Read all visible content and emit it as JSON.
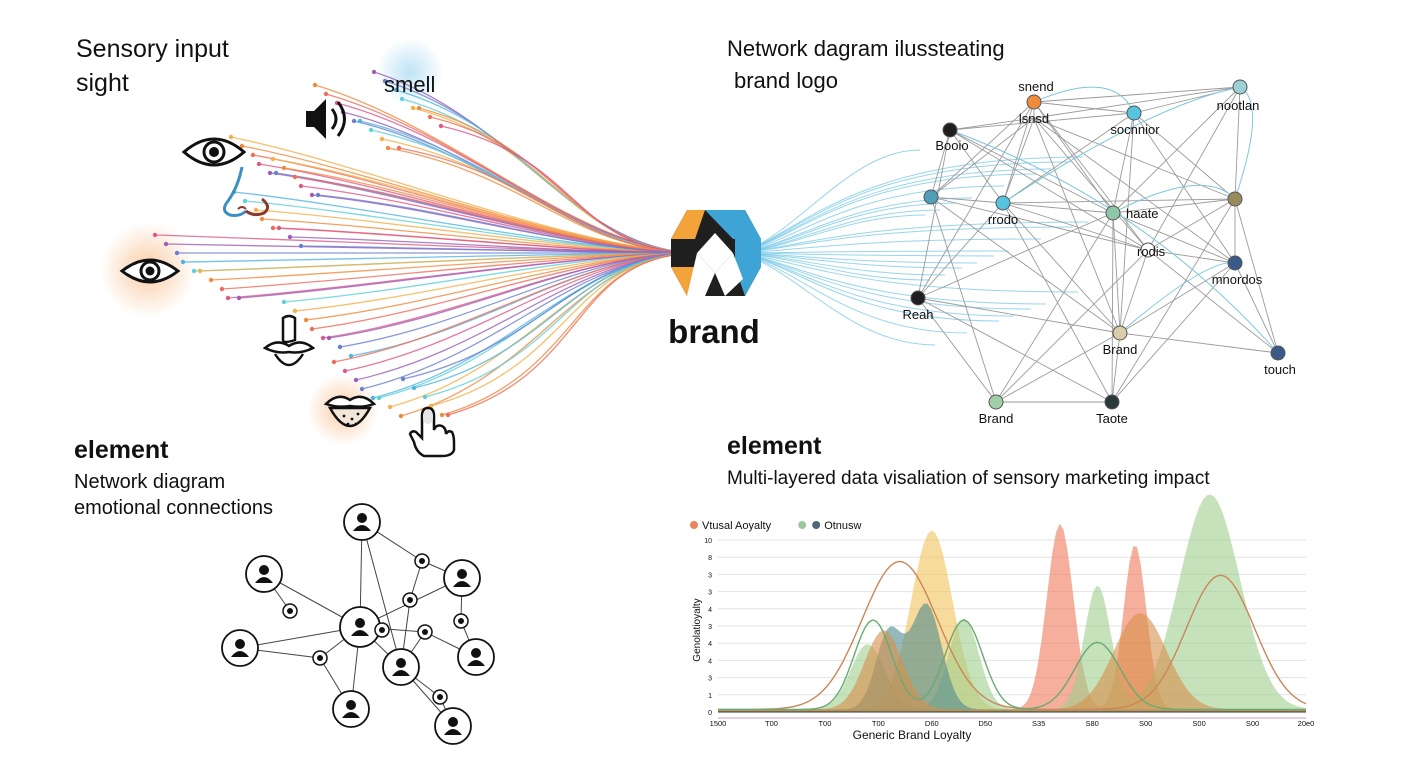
{
  "sensory": {
    "title_line1": "Sensory input",
    "title_line2": "sight",
    "smell_label": "smell",
    "icons": [
      "eye-icon",
      "eye-icon",
      "nose-icon",
      "speaker-icon",
      "tongue-icon",
      "lips-icon",
      "hand-touch-icon"
    ]
  },
  "brand": {
    "label": "brand",
    "logo_colors": [
      "#3ea4d6",
      "#f2a33a",
      "#1f1f1f"
    ]
  },
  "network_top": {
    "title_line1": "Network dagram ilussteating",
    "title_line2": "brand logo",
    "nodes": [
      {
        "label": "snend",
        "color": "#f08a3c"
      },
      {
        "label": "lsnsd",
        "color": "#ffffff"
      },
      {
        "label": "nootlan",
        "color": "#9ccfd6"
      },
      {
        "label": "socnnior",
        "color": "#56c4e0"
      },
      {
        "label": "Booio",
        "color": "#1f1f1f"
      },
      {
        "label": "",
        "color": "#4f9fb8"
      },
      {
        "label": "rrodo",
        "color": "#56c4e0"
      },
      {
        "label": "haate",
        "color": "#8fc8a8"
      },
      {
        "label": "",
        "color": "#9a8a5a"
      },
      {
        "label": "rodis",
        "color": "#ffffff"
      },
      {
        "label": "mnordos",
        "color": "#3a5a8a"
      },
      {
        "label": "Reah",
        "color": "#1f1f1f"
      },
      {
        "label": "Brand",
        "color": "#d8cfa8"
      },
      {
        "label": "touch",
        "color": "#3a5a8a"
      },
      {
        "label": "Brand",
        "color": "#9fd0a8"
      },
      {
        "label": "Taote",
        "color": "#2a3a3a"
      }
    ]
  },
  "network_bottom": {
    "heading": "element",
    "subtitle_line1": "Network diagram",
    "subtitle_line2": "emotional connections"
  },
  "chart_section": {
    "heading": "element",
    "subtitle": "Multi-layered data visaliation of sensory marketing impact"
  },
  "chart_data": {
    "type": "area",
    "title": "",
    "xlabel": "Generic Brand Loyalty",
    "ylabel": "Genolatioyalty",
    "x_tick_labels": [
      "1500",
      "T00",
      "T00",
      "T00",
      "D60",
      "D50",
      "S35",
      "S80",
      "S00",
      "S00",
      "S00",
      "20e0"
    ],
    "y_tick_labels": [
      "0",
      "1",
      "3",
      "4",
      "4",
      "3",
      "4",
      "3",
      "3",
      "8",
      "10"
    ],
    "ylim": [
      0,
      10
    ],
    "legend": {
      "position": "top-left",
      "entries": [
        {
          "name": "Vtusal Aoyalty",
          "color": "#e8855a"
        },
        {
          "name": "",
          "color": "#9cc79a"
        },
        {
          "name": "Otnusw",
          "color": "#4a6a7a"
        }
      ]
    },
    "series": [
      {
        "name": "",
        "color": "#f2c35a",
        "peaks": [
          {
            "x": 4,
            "y": 10.4,
            "w": 0.55
          }
        ]
      },
      {
        "name": "",
        "color": "#ef7a5a",
        "peaks": [
          {
            "x": 6.4,
            "y": 10.8,
            "w": 0.35
          },
          {
            "x": 7.8,
            "y": 9.6,
            "w": 0.3
          }
        ]
      },
      {
        "name": "",
        "color": "#9fcf8e",
        "peaks": [
          {
            "x": 2.8,
            "y": 3.8,
            "w": 0.45
          },
          {
            "x": 4.6,
            "y": 5.3,
            "w": 0.4
          },
          {
            "x": 7.1,
            "y": 7.2,
            "w": 0.35
          },
          {
            "x": 9.2,
            "y": 12.5,
            "w": 0.8
          }
        ]
      },
      {
        "name": "",
        "color": "#4f8a8c",
        "peaks": [
          {
            "x": 3.2,
            "y": 4.5,
            "w": 0.35
          },
          {
            "x": 3.9,
            "y": 6.1,
            "w": 0.4
          }
        ]
      },
      {
        "name": "",
        "color": "#d9904a",
        "peaks": [
          {
            "x": 3.1,
            "y": 4.6,
            "w": 0.5
          },
          {
            "x": 7.9,
            "y": 5.6,
            "w": 0.7
          }
        ]
      }
    ],
    "lines": [
      {
        "name": "",
        "color": "#c9875a",
        "peaks": [
          {
            "x": 3.4,
            "y": 8.6,
            "w": 1.0
          },
          {
            "x": 9.4,
            "y": 7.8,
            "w": 0.9
          }
        ]
      },
      {
        "name": "",
        "color": "#6aaa72",
        "peaks": [
          {
            "x": 2.9,
            "y": 5.2,
            "w": 0.5
          },
          {
            "x": 4.6,
            "y": 5.2,
            "w": 0.5
          },
          {
            "x": 7.1,
            "y": 3.9,
            "w": 0.6
          }
        ]
      }
    ]
  }
}
